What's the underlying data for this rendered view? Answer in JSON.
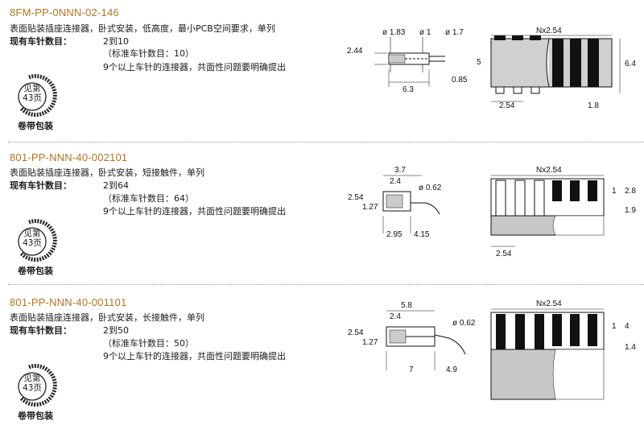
{
  "sections": [
    {
      "part_number": "8FM-PP-0NNN-02-146",
      "description": "表面贴装插座连接器，卧式安装，低高度，最小PCB空间要求，单列",
      "pins_label": "现有车针数目：",
      "pins_range": "2到10",
      "standard": "（标准车针数目：10）",
      "note": "9个以上车针的连接器，共面性问题要明确提出",
      "reel_label": "见第\n43页",
      "reel_caption": "卷带包装",
      "dims": {
        "a": "ø 1.83",
        "b": "ø 1",
        "c": "ø 1.7",
        "h": "2.44",
        "w": "6.3",
        "t": "0.85",
        "pitch": "Nx2.54",
        "p": "2.54",
        "s": "1.8",
        "hh": "5",
        "tt": "6.4"
      }
    },
    {
      "part_number": "801-PP-NNN-40-002101",
      "description": "表面贴装插座连接器，卧式安装，短接触件，单列",
      "pins_label": "现有车针数目：",
      "pins_range": "2到64",
      "standard": "（标准车针数目：64）",
      "note": "9个以上车针的连接器，共面性问题要明确提出",
      "reel_label": "见第\n43页",
      "reel_caption": "卷带包装",
      "dims": {
        "top": "3.7",
        "mid": "2.4",
        "d": "ø 0.62",
        "h": "2.54",
        "h2": "1.27",
        "b1": "2.95",
        "b2": "4.15",
        "pitch": "Nx2.54",
        "p": "2.54",
        "r1": "1",
        "r2": "2.8",
        "r3": "1.9"
      }
    },
    {
      "part_number": "801-PP-NNN-40-001101",
      "description": "表面贴装插座连接器，卧式安装，长接触件，单列",
      "pins_label": "现有车针数目：",
      "pins_range": "2到50",
      "standard": "（标准车针数目：50）",
      "note": "9个以上车针的连接器，共面性问题要明确提出",
      "reel_label": "见第\n43页",
      "reel_caption": "卷带包装",
      "dims": {
        "top": "5.8",
        "mid": "2.4",
        "d": "ø 0.62",
        "h": "2.54",
        "h2": "1.27",
        "b1": "7",
        "b2": "4.9",
        "pitch": "Nx2.54",
        "r1": "1",
        "r2": "4",
        "r3": "1.4"
      }
    }
  ]
}
